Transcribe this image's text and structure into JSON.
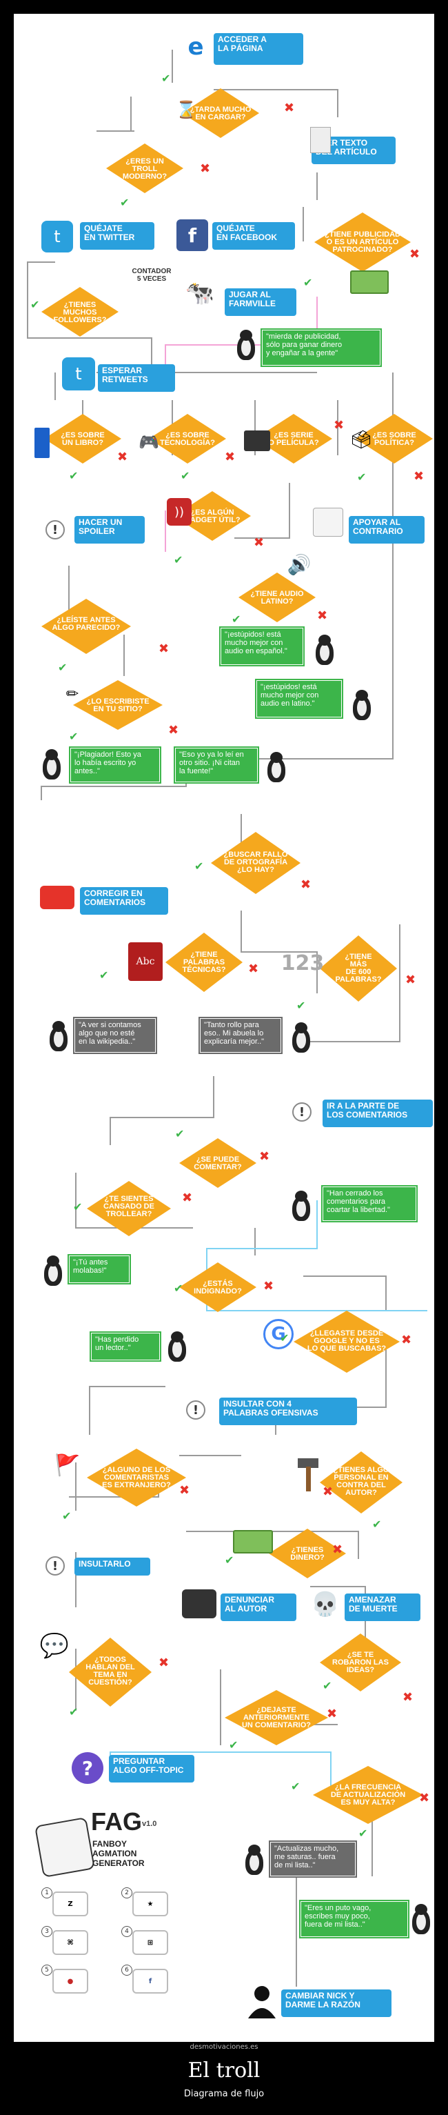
{
  "boxes": {
    "acceder": "ACCEDER A\nLA PÁGINA",
    "leer": "LEER TEXTO\nDEL ARTÍCULO",
    "twitter": "QUÉJATE\nEN TWITTER",
    "facebook": "QUÉJATE\nEN FACEBOOK",
    "farmville": "JUGAR AL\nFARMVILLE",
    "retweets": "ESPERAR\nRETWEETS",
    "spoiler": "HACER UN\nSPOILER",
    "apoyar": "APOYAR AL\nCONTRARIO",
    "corregir": "CORREGIR EN\nCOMENTARIOS",
    "ir": "IR A LA PARTE DE\nLOS COMENTARIOS",
    "insultar4": "INSULTAR CON 4\nPALABRAS OFENSIVAS",
    "insultarlo": "INSULTARLO",
    "denunciar": "DENUNCIAR\nAL AUTOR",
    "amenazar": "AMENAZAR\nDE MUERTE",
    "preguntar": "PREGUNTAR\nALGO OFF-TOPIC",
    "cambiar": "CAMBIAR NICK Y\nDARME LA RAZÓN"
  },
  "questions": {
    "tarda": "¿TARDA MUCHO\nEN CARGAR?",
    "troll": "¿ERES UN TROLL\nMODERNO?",
    "publicidad": "¿TIENE PUBLICIDAD\nO ES UN ARTÍCULO\nPATROCINADO?",
    "followers": "¿TIENES MUCHOS\nFOLLOWERS?",
    "libro": "¿ES SOBRE\nUN LIBRO?",
    "tecnologia": "¿ES SOBRE\nTECNOLOGÍA?",
    "serie": "¿ES SERIE\nO PELÍCULA?",
    "politica": "¿ES SOBRE\nPOLÍTICA?",
    "gadget": "¿ES ALGÚN\nGADGET ÚTIL?",
    "audio": "¿TIENE AUDIO\nLATINO?",
    "leiste": "¿LEÍSTE ANTES\nALGO PARECIDO?",
    "escribiste": "¿LO ESCRIBISTE\nEN TU SITIO?",
    "fallo": "¿BUSCAR FALLO\nDE ORTOGRAFÍA\n¿LO HAY?",
    "tecnicas": "¿TIENE\nPALABRAS\nTÉCNICAS?",
    "mas600": "¿TIENE\nMÁS\nDE 600\nPALABRAS?",
    "comentar": "¿SE PUEDE\nCOMENTAR?",
    "cansado": "¿TE SIENTES\nCANSADO DE\nTROLLEAR?",
    "indignado": "¿ESTÁS\nINDIGNADO?",
    "google": "¿LLEGASTE DESDE\nGOOGLE Y NO ES\nLO QUE BUSCABAS?",
    "extranjero": "¿ALGUNO DE LOS\nCOMENTARISTAS\nES EXTRANJERO?",
    "personal": "¿TIENES ALGO\nPERSONAL EN\nCONTRA DEL\nAUTOR?",
    "dinero": "¿TIENES\nDINERO?",
    "todos": "¿TODOS\nHABLAN DEL\nTEMA EN\nCUESTIÓN?",
    "robaron": "¿SE TE\nROBARON LAS\nIDEAS?",
    "dejaste": "¿DEJASTE\nANTERIORMENTE\nUN COMENTARIO?",
    "frecuencia": "¿LA FRECUENCIA\nDE ACTUALIZACIÓN\nES MUY ALTA?"
  },
  "quotes": {
    "publicidad": "\"mierda de publicidad,\nsólo para ganar dinero\ny engañar a la gente\"",
    "espanol": "\"¡estúpidos! está\nmucho mejor con\naudio en español.\"",
    "latino": "\"¡estúpidos! está\nmucho mejor con\naudio en latino.\"",
    "plagiador": "\"¡Plagiador! Esto ya\nlo había escrito yo\nantes..\"",
    "eso": "\"Eso yo ya lo leí en\notro sitio. ¡Ni citan\nla fuente!\"",
    "wiki": "\"A ver si contamos\nalgo que no esté\nen la wikipedia..\"",
    "rollo": "\"Tanto rollo para\neso.. Mi abuela lo\nexplicaría mejor..\"",
    "cerrado": "\"Han cerrado los\ncomentarios para\ncoartar la libertad.\"",
    "molabas": "\"¡Tú antes\nmolabas!\"",
    "lector": "\"Has perdido\nun lector..\"",
    "actualizas": "\"Actualizas mucho,\nme saturas.. fuera\nde mi lista..\"",
    "vago": "\"Eres un puto vago,\nescribes muy poco,\nfuera de mi lista..\""
  },
  "notes": {
    "contador": "CONTADOR\n5 VECES"
  },
  "fag": {
    "title": "FAG",
    "version": "v1.0",
    "line1": "FANBOY",
    "line2": "AGMATION",
    "line3": "GENERATOR",
    "options": [
      "1",
      "2",
      "3",
      "4",
      "5",
      "6"
    ]
  },
  "caption": {
    "site": "desmotivaciones.es",
    "title": "El troll",
    "subtitle": "Diagrama de flujo"
  },
  "colors": {
    "action_box": "#2aa0dd",
    "decision": "#f5a81e",
    "yes": "#3cb54a",
    "no": "#e5332a",
    "quote": "#3cb54a"
  }
}
